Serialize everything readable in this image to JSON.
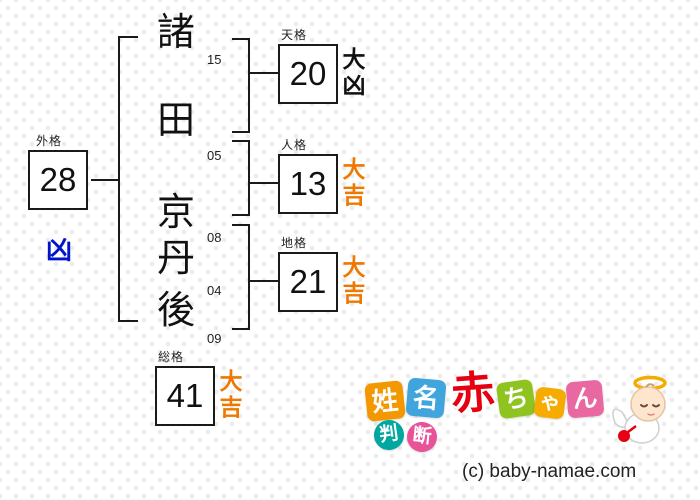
{
  "diagram": {
    "outer": {
      "label": "外格",
      "value": "28",
      "luck": "凶"
    },
    "heaven": {
      "label": "天格",
      "value": "20",
      "luck": "大凶"
    },
    "person": {
      "label": "人格",
      "value": "13",
      "luck": "大吉"
    },
    "earth": {
      "label": "地格",
      "value": "21",
      "luck": "大吉"
    },
    "total": {
      "label": "総格",
      "value": "41",
      "luck": "大吉"
    },
    "chars": [
      {
        "glyph": "諸",
        "strokes": "15"
      },
      {
        "glyph": "田",
        "strokes": "05"
      },
      {
        "glyph": "京",
        "strokes": "08"
      },
      {
        "glyph": "丹",
        "strokes": "04"
      },
      {
        "glyph": "後",
        "strokes": "09"
      }
    ]
  },
  "colors": {
    "good": "#ee7800",
    "bad_black": "#111111",
    "bad_blue": "#0014cc",
    "line": "#1a1a1a"
  },
  "logo": {
    "tiles": [
      {
        "char": "姓",
        "bg": "#f39800",
        "fg": "#ffffff"
      },
      {
        "char": "名",
        "bg": "#3fa5dc",
        "fg": "#ffffff"
      },
      {
        "char": "赤",
        "bg": "",
        "fg": "#e60012"
      },
      {
        "char": "ち",
        "bg": "#8fc31f",
        "fg": "#ffffff"
      },
      {
        "char": "ゃ",
        "bg": "#f6ab00",
        "fg": "#ffffff"
      },
      {
        "char": "ん",
        "bg": "#ea68a2",
        "fg": "#ffffff"
      }
    ],
    "sub_tiles": [
      {
        "char": "判",
        "bg": "#00a7a0",
        "fg": "#ffffff"
      },
      {
        "char": "断",
        "bg": "#e85298",
        "fg": "#ffffff"
      }
    ]
  },
  "footer": {
    "copyright": "(c) baby-namae.com"
  }
}
